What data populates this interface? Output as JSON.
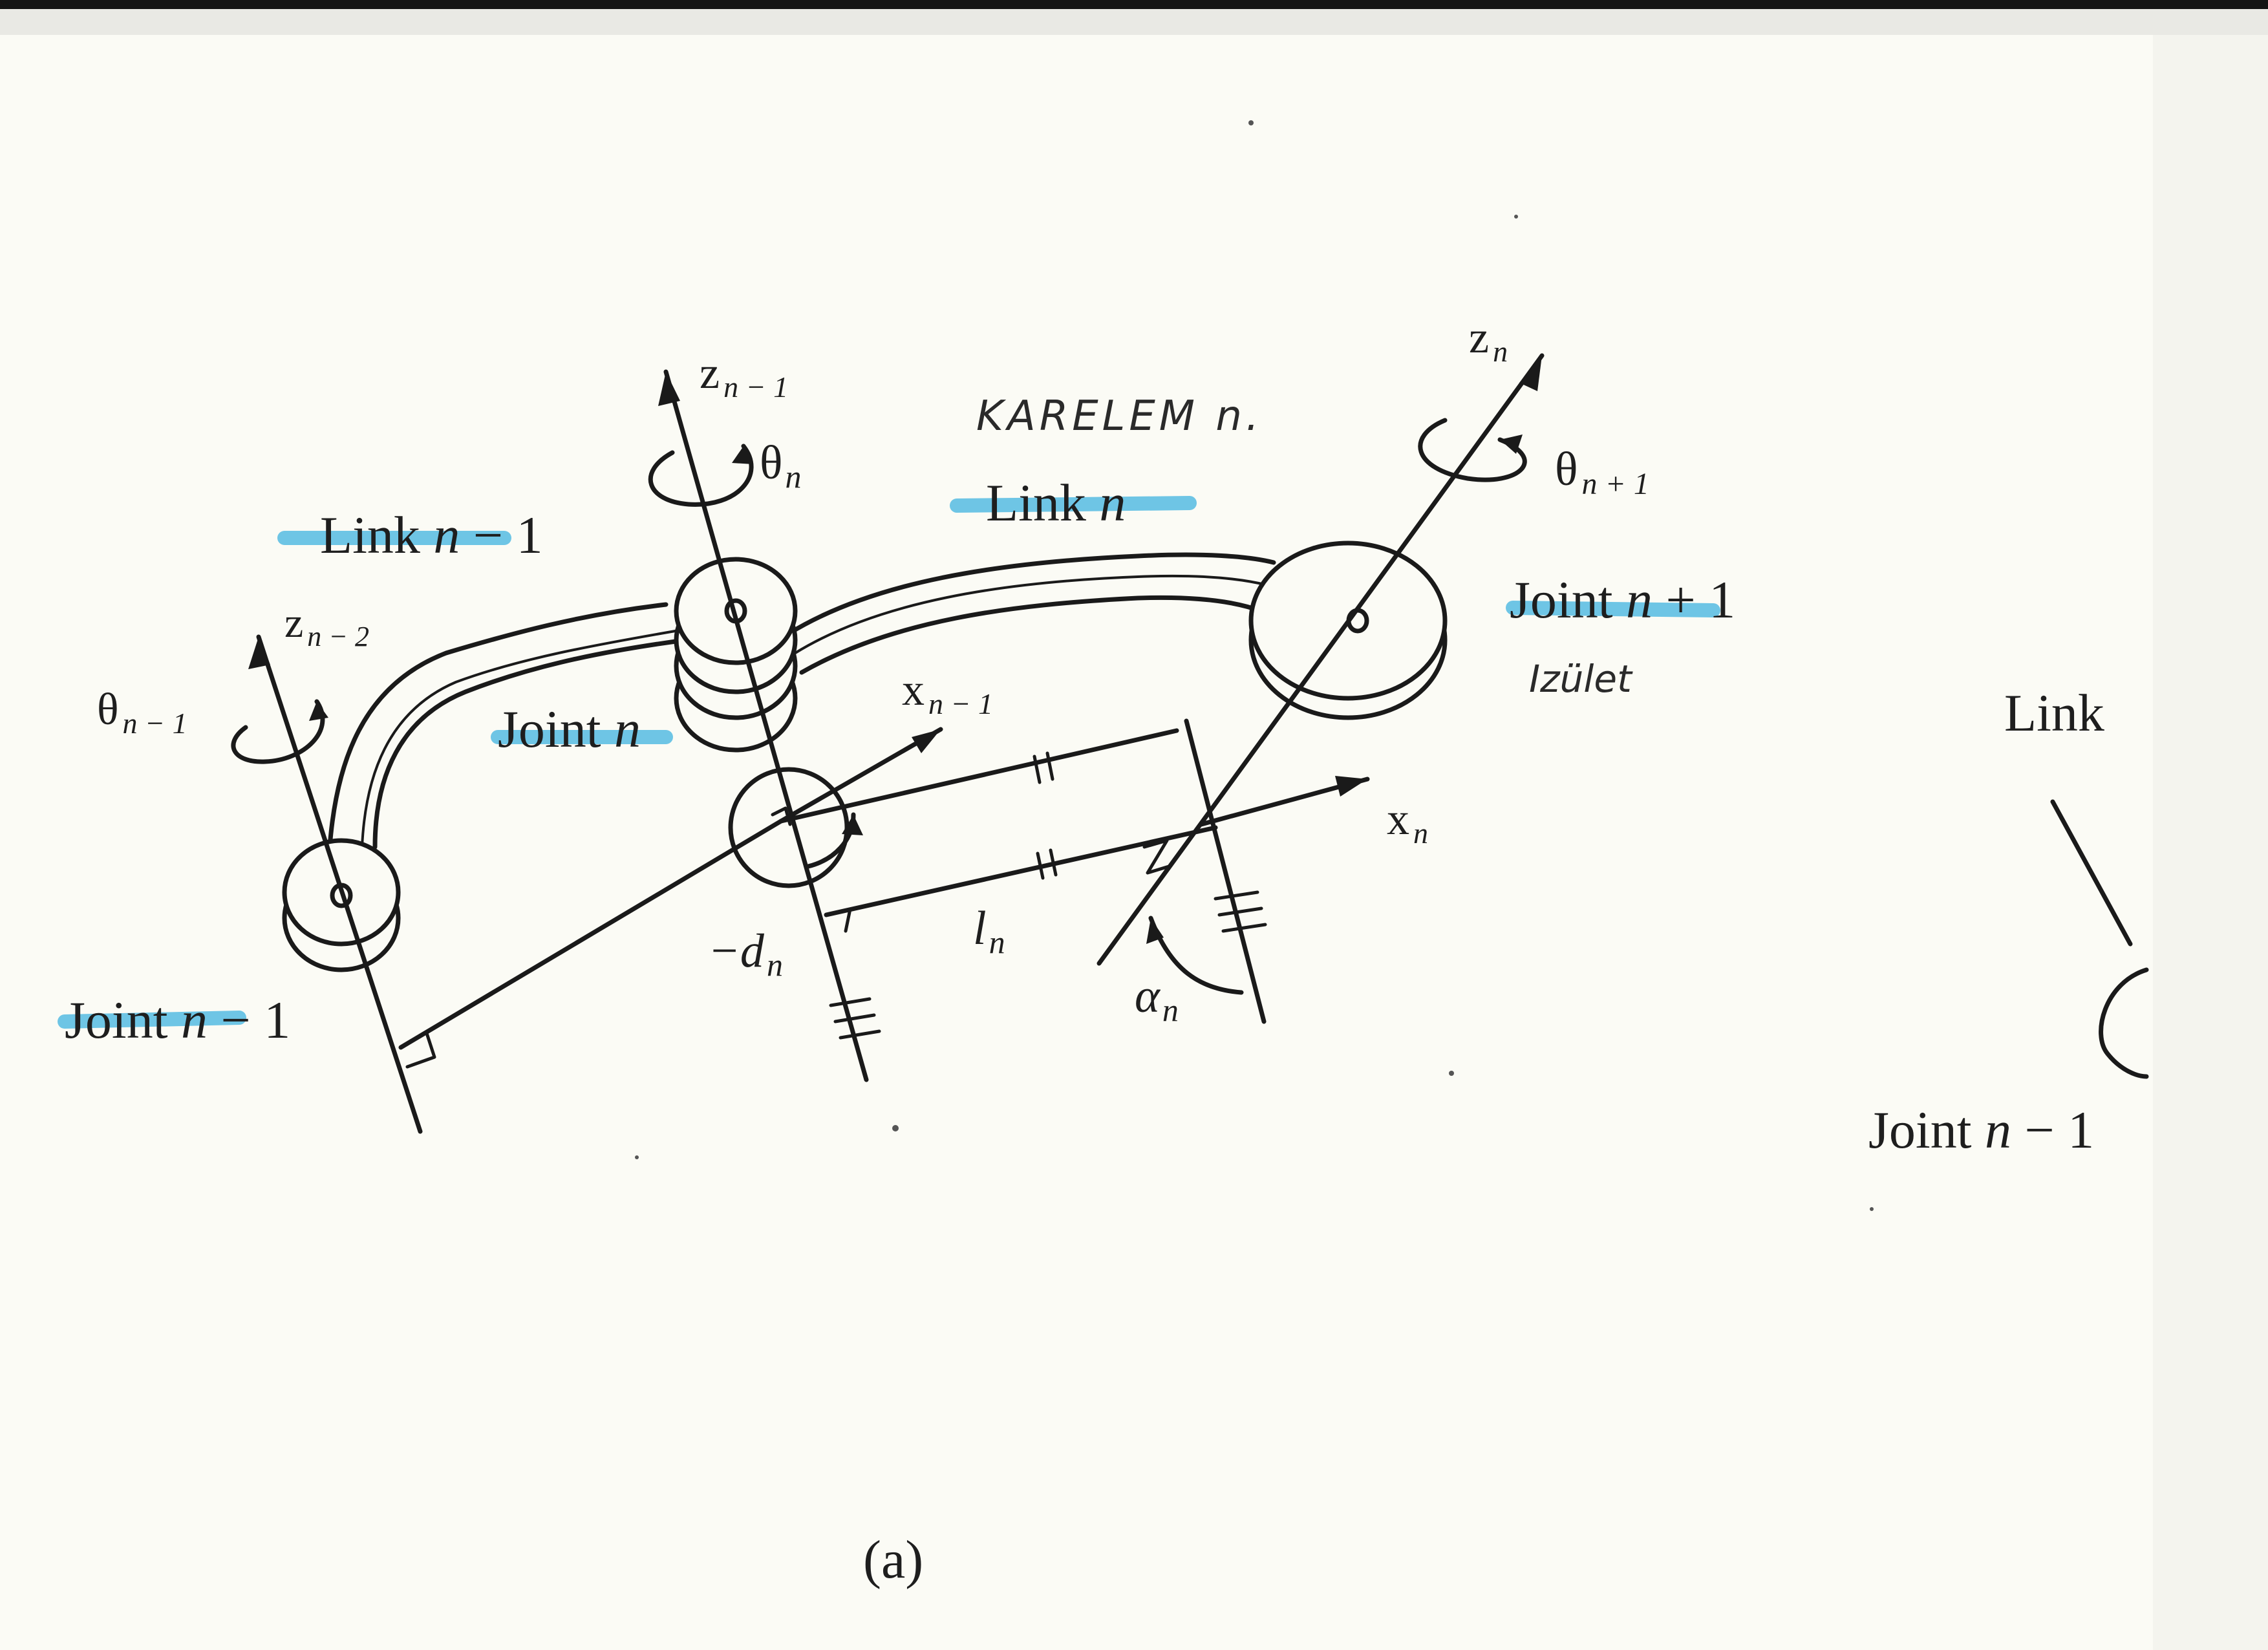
{
  "colors": {
    "paper": "#fbfbf5",
    "ink": "#1a1a1a",
    "highlight": "#3fb4e0",
    "top_band": "#141414"
  },
  "labels": {
    "z_n_minus_1": {
      "base": "z",
      "sub": "n − 1"
    },
    "z_n": {
      "base": "z",
      "sub": "n"
    },
    "z_n_minus_2": {
      "base": "z",
      "sub": "n − 2"
    },
    "theta_n": {
      "base": "θ",
      "sub": "n"
    },
    "theta_n_plus_1": {
      "base": "θ",
      "sub": "n + 1"
    },
    "theta_n_minus_1": {
      "base": "θ",
      "sub": "n − 1"
    },
    "x_n_minus_1": {
      "base": "x",
      "sub": "n − 1"
    },
    "x_n": {
      "base": "x",
      "sub": "n"
    },
    "d_n": {
      "base": "−d",
      "sub": "n"
    },
    "l_n": {
      "base": "l",
      "sub": "n"
    },
    "alpha_n": {
      "base": "α",
      "sub": "n"
    },
    "link_n_minus_1": {
      "pre": "Link ",
      "var": "n",
      "post": " − 1"
    },
    "link_n": {
      "pre": "Link ",
      "var": "n",
      "post": ""
    },
    "joint_n": {
      "pre": "Joint ",
      "var": "n",
      "post": ""
    },
    "joint_n_plus_1": {
      "pre": "Joint ",
      "var": "n",
      "post": " + 1"
    },
    "joint_n_minus_1": {
      "pre": "Joint ",
      "var": "n",
      "post": " − 1"
    },
    "handwritten_top": "KARELEM n.",
    "handwritten_side": "Izület",
    "caption": "(a)",
    "edge_link": "Link",
    "edge_joint": {
      "pre": "Joint ",
      "var": "n",
      "post": " − 1"
    }
  }
}
